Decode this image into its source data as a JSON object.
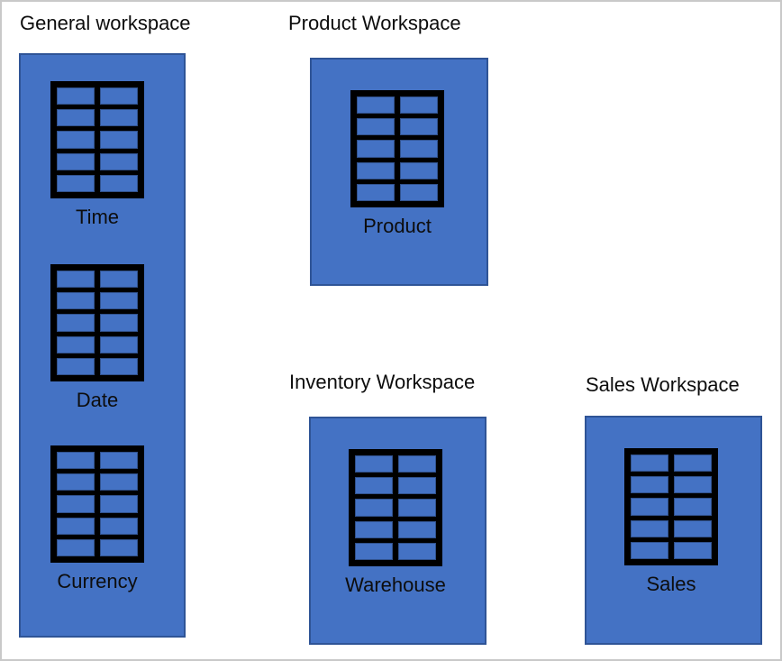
{
  "colors": {
    "box_fill": "#4472C4",
    "box_border": "#2F5496",
    "icon_black": "#000000",
    "text_color": "#0d0d0d",
    "frame_border": "#c9c9c9"
  },
  "workspaces": [
    {
      "title": "General workspace",
      "tables": [
        {
          "label": "Time"
        },
        {
          "label": "Date"
        },
        {
          "label": "Currency"
        }
      ]
    },
    {
      "title": "Product Workspace",
      "tables": [
        {
          "label": "Product"
        }
      ]
    },
    {
      "title": "Inventory Workspace",
      "tables": [
        {
          "label": "Warehouse"
        }
      ]
    },
    {
      "title": "Sales Workspace",
      "tables": [
        {
          "label": "Sales"
        }
      ]
    }
  ]
}
